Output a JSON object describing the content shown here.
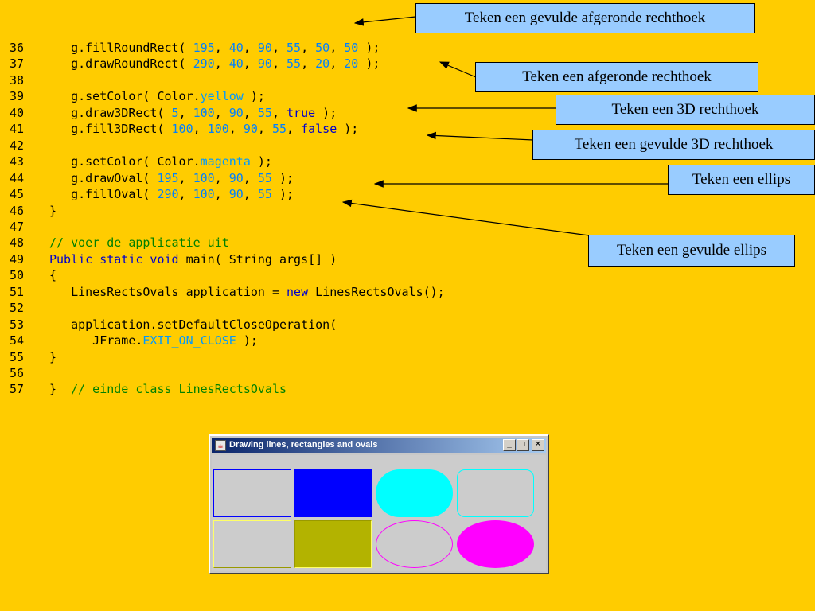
{
  "code_lines": [
    {
      "n": "36",
      "tokens": [
        {
          "t": "   g.fillRoundRect( ",
          "c": ""
        },
        {
          "t": "195",
          "c": "num"
        },
        {
          "t": ", ",
          "c": ""
        },
        {
          "t": "40",
          "c": "num"
        },
        {
          "t": ", ",
          "c": ""
        },
        {
          "t": "90",
          "c": "num"
        },
        {
          "t": ", ",
          "c": ""
        },
        {
          "t": "55",
          "c": "num"
        },
        {
          "t": ", ",
          "c": ""
        },
        {
          "t": "50",
          "c": "num"
        },
        {
          "t": ", ",
          "c": ""
        },
        {
          "t": "50",
          "c": "num"
        },
        {
          "t": " );",
          "c": ""
        }
      ]
    },
    {
      "n": "37",
      "tokens": [
        {
          "t": "   g.drawRoundRect( ",
          "c": ""
        },
        {
          "t": "290",
          "c": "num"
        },
        {
          "t": ", ",
          "c": ""
        },
        {
          "t": "40",
          "c": "num"
        },
        {
          "t": ", ",
          "c": ""
        },
        {
          "t": "90",
          "c": "num"
        },
        {
          "t": ", ",
          "c": ""
        },
        {
          "t": "55",
          "c": "num"
        },
        {
          "t": ", ",
          "c": ""
        },
        {
          "t": "20",
          "c": "num"
        },
        {
          "t": ", ",
          "c": ""
        },
        {
          "t": "20",
          "c": "num"
        },
        {
          "t": " );",
          "c": ""
        }
      ]
    },
    {
      "n": "38",
      "tokens": []
    },
    {
      "n": "39",
      "tokens": [
        {
          "t": "   g.setColor( Color.",
          "c": ""
        },
        {
          "t": "yellow",
          "c": "fld"
        },
        {
          "t": " );",
          "c": ""
        }
      ]
    },
    {
      "n": "40",
      "tokens": [
        {
          "t": "   g.draw3DRect( ",
          "c": ""
        },
        {
          "t": "5",
          "c": "num"
        },
        {
          "t": ", ",
          "c": ""
        },
        {
          "t": "100",
          "c": "num"
        },
        {
          "t": ", ",
          "c": ""
        },
        {
          "t": "90",
          "c": "num"
        },
        {
          "t": ", ",
          "c": ""
        },
        {
          "t": "55",
          "c": "num"
        },
        {
          "t": ", ",
          "c": ""
        },
        {
          "t": "true",
          "c": "kw"
        },
        {
          "t": " );",
          "c": ""
        }
      ]
    },
    {
      "n": "41",
      "tokens": [
        {
          "t": "   g.fill3DRect( ",
          "c": ""
        },
        {
          "t": "100",
          "c": "num"
        },
        {
          "t": ", ",
          "c": ""
        },
        {
          "t": "100",
          "c": "num"
        },
        {
          "t": ", ",
          "c": ""
        },
        {
          "t": "90",
          "c": "num"
        },
        {
          "t": ", ",
          "c": ""
        },
        {
          "t": "55",
          "c": "num"
        },
        {
          "t": ", ",
          "c": ""
        },
        {
          "t": "false",
          "c": "kw"
        },
        {
          "t": " );",
          "c": ""
        }
      ]
    },
    {
      "n": "42",
      "tokens": []
    },
    {
      "n": "43",
      "tokens": [
        {
          "t": "   g.setColor( Color.",
          "c": ""
        },
        {
          "t": "magenta",
          "c": "fld"
        },
        {
          "t": " );",
          "c": ""
        }
      ]
    },
    {
      "n": "44",
      "tokens": [
        {
          "t": "   g.drawOval( ",
          "c": ""
        },
        {
          "t": "195",
          "c": "num"
        },
        {
          "t": ", ",
          "c": ""
        },
        {
          "t": "100",
          "c": "num"
        },
        {
          "t": ", ",
          "c": ""
        },
        {
          "t": "90",
          "c": "num"
        },
        {
          "t": ", ",
          "c": ""
        },
        {
          "t": "55",
          "c": "num"
        },
        {
          "t": " );",
          "c": ""
        }
      ]
    },
    {
      "n": "45",
      "tokens": [
        {
          "t": "   g.fillOval( ",
          "c": ""
        },
        {
          "t": "290",
          "c": "num"
        },
        {
          "t": ", ",
          "c": ""
        },
        {
          "t": "100",
          "c": "num"
        },
        {
          "t": ", ",
          "c": ""
        },
        {
          "t": "90",
          "c": "num"
        },
        {
          "t": ", ",
          "c": ""
        },
        {
          "t": "55",
          "c": "num"
        },
        {
          "t": " );",
          "c": ""
        }
      ]
    },
    {
      "n": "46",
      "tokens": [
        {
          "t": "}",
          "c": ""
        }
      ]
    },
    {
      "n": "47",
      "tokens": []
    },
    {
      "n": "48",
      "tokens": [
        {
          "t": "// voer de applicatie uit",
          "c": "cmt"
        }
      ]
    },
    {
      "n": "49",
      "tokens": [
        {
          "t": "Public static void",
          "c": "kw"
        },
        {
          "t": " main( String args[] )",
          "c": ""
        }
      ]
    },
    {
      "n": "50",
      "tokens": [
        {
          "t": "{",
          "c": ""
        }
      ]
    },
    {
      "n": "51",
      "tokens": [
        {
          "t": "   LinesRectsOvals application = ",
          "c": ""
        },
        {
          "t": "new",
          "c": "kw"
        },
        {
          "t": " LinesRectsOvals();",
          "c": ""
        }
      ]
    },
    {
      "n": "52",
      "tokens": []
    },
    {
      "n": "53",
      "tokens": [
        {
          "t": "   application.setDefaultCloseOperation(",
          "c": ""
        }
      ]
    },
    {
      "n": "54",
      "tokens": [
        {
          "t": "      JFrame.",
          "c": ""
        },
        {
          "t": "EXIT_ON_CLOSE",
          "c": "fld"
        },
        {
          "t": " );",
          "c": ""
        }
      ]
    },
    {
      "n": "55",
      "tokens": [
        {
          "t": "}",
          "c": ""
        }
      ]
    },
    {
      "n": "56",
      "tokens": []
    },
    {
      "n": "57",
      "tokens": [
        {
          "t": "}  ",
          "c": ""
        },
        {
          "t": "// einde class LinesRectsOvals",
          "c": "cmt"
        }
      ]
    }
  ],
  "callouts": {
    "c1": "Teken een gevulde afgeronde rechthoek",
    "c2": "Teken een afgeronde rechthoek",
    "c3": "Teken een 3D rechthoek",
    "c4": "Teken een gevulde 3D rechthoek",
    "c5": "Teken een ellips",
    "c6": "Teken een gevulde ellips"
  },
  "window": {
    "title": "Drawing lines, rectangles and ovals",
    "minimize": "_",
    "maximize": "□",
    "close": "✕",
    "icon": "java-icon"
  },
  "colors": {
    "background": "#FFCC00",
    "callout": "#99CCFF",
    "red": "#FF0000",
    "blue": "#0000FF",
    "cyan": "#00FFFF",
    "yellow": "#FFFF00",
    "magenta": "#FF00FF",
    "olive": "#B3B300"
  }
}
